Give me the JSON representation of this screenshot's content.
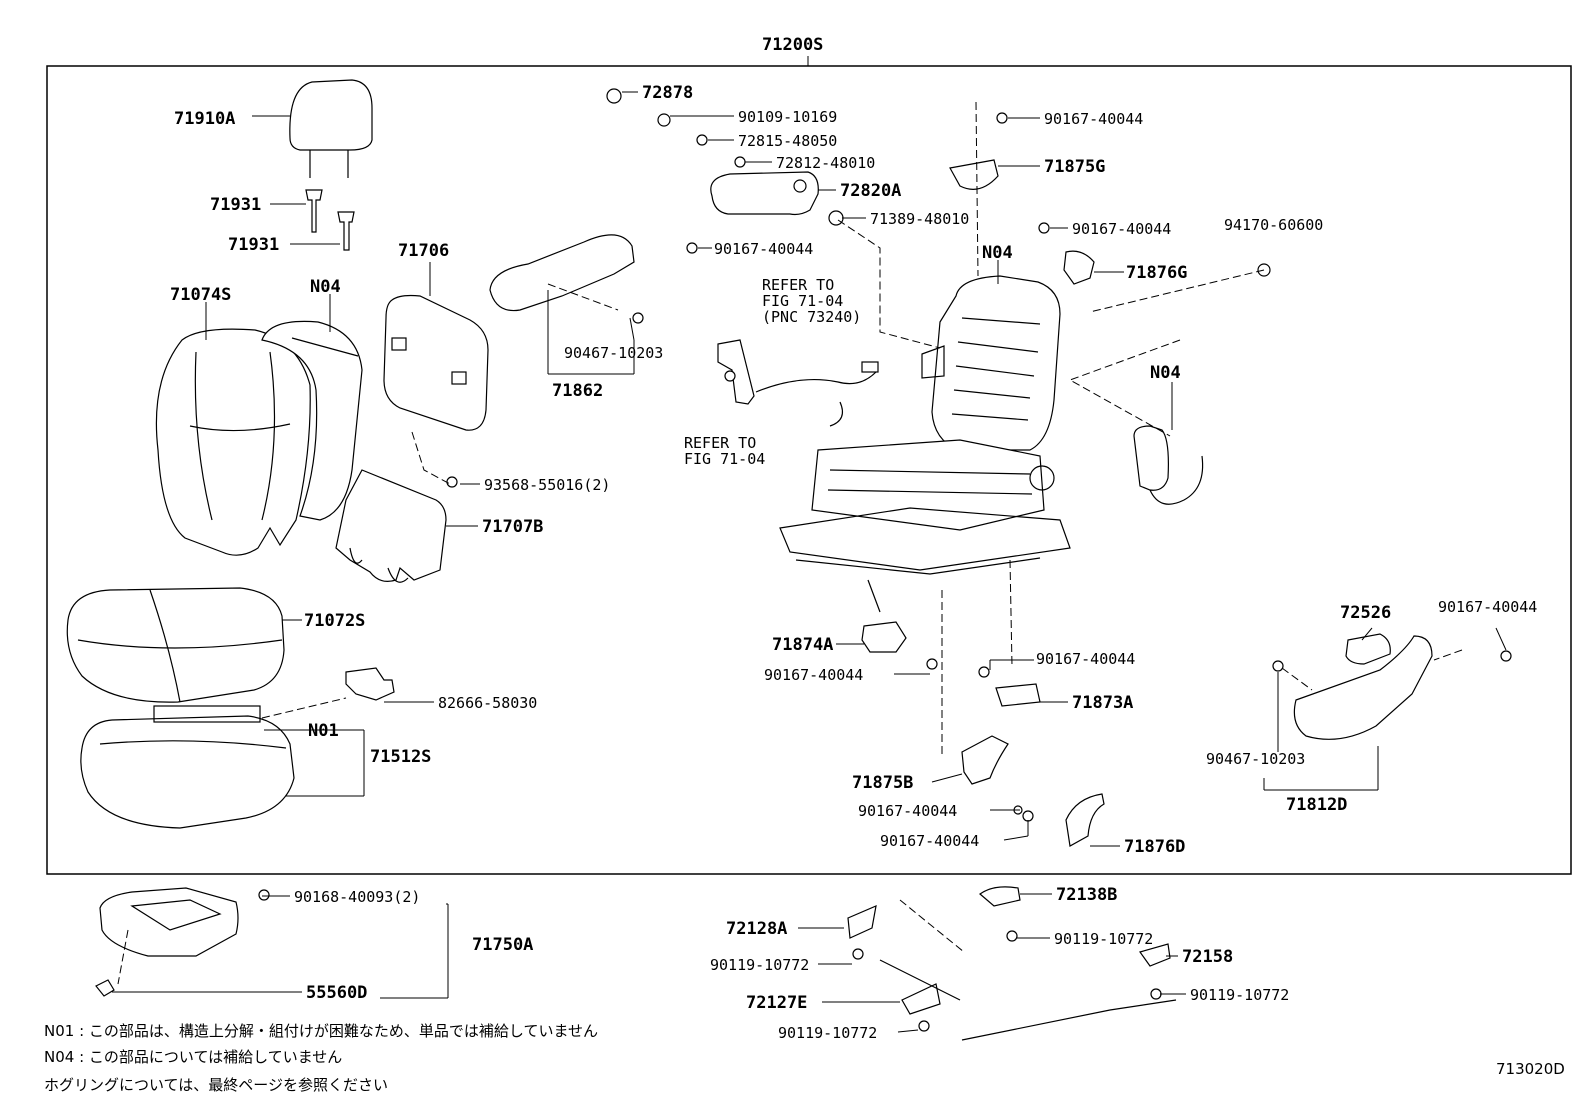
{
  "diagram_code": "713020D",
  "notes": {
    "n01": "N01 : この部品は、構造上分解・組付けが困難なため、単品では補給していません",
    "n04": "N04 : この部品については補給していません",
    "hog": "ホグリングについては、最終ページを参照ください"
  },
  "parts": {
    "p71200S": "71200S",
    "p72878": "72878",
    "p71910A": "71910A",
    "p90109_10169": "90109-10169",
    "p90167_40044_a": "90167-40044",
    "p72815_48050": "72815-48050",
    "p72812_48010": "72812-48010",
    "p71875G": "71875G",
    "p71931_a": "71931",
    "p72820A": "72820A",
    "p71931_b": "71931",
    "p71389_48010": "71389-48010",
    "p90167_40044_b": "90167-40044",
    "p94170_60600": "94170-60600",
    "p71706": "71706",
    "p90167_40044_c": "90167-40044",
    "p71876G": "71876G",
    "p71074S": "71074S",
    "n04_a": "N04",
    "n04_b": "N04",
    "refer1": "REFER TO",
    "refer1b": "FIG 71-04",
    "refer1c": "(PNC 73240)",
    "p90467_10203_a": "90467-10203",
    "n04_c": "N04",
    "p71862": "71862",
    "refer2": "REFER TO",
    "refer2b": "FIG 71-04",
    "p93568_55016": "93568-55016(2)",
    "p71707B": "71707B",
    "p72526": "72526",
    "p90167_40044_d": "90167-40044",
    "p71072S": "71072S",
    "p71874A": "71874A",
    "p90167_40044_e": "90167-40044",
    "p90167_40044_f": "90167-40044",
    "p82666_58030": "82666-58030",
    "p71873A": "71873A",
    "n01": "N01",
    "p71512S": "71512S",
    "p90467_10203_b": "90467-10203",
    "p71875B": "71875B",
    "p71812D": "71812D",
    "p90167_40044_g": "90167-40044",
    "p90167_40044_h": "90167-40044",
    "p71876D": "71876D",
    "p90168_40093": "90168-40093(2)",
    "p72138B": "72138B",
    "p72128A": "72128A",
    "p90119_10772_a": "90119-10772",
    "p71750A": "71750A",
    "p90119_10772_b": "90119-10772",
    "p72158": "72158",
    "p55560D": "55560D",
    "p72127E": "72127E",
    "p90119_10772_c": "90119-10772",
    "p90119_10772_d": "90119-10772"
  }
}
